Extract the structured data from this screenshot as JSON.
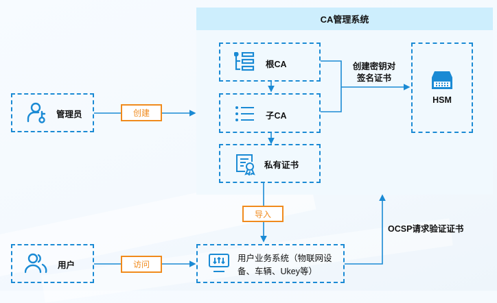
{
  "panel": {
    "title": "CA管理系统"
  },
  "nodes": {
    "admin": {
      "label": "管理员",
      "icon": "user-key-icon"
    },
    "user": {
      "label": "用户",
      "icon": "users-icon"
    },
    "root_ca": {
      "label": "根CA",
      "icon": "hierarchy-list-icon"
    },
    "sub_ca": {
      "label": "子CA",
      "icon": "list-icon"
    },
    "private_cert": {
      "label": "私有证书",
      "icon": "certificate-icon"
    },
    "hsm": {
      "label": "HSM",
      "icon": "server-device-icon"
    },
    "business_system": {
      "label_line1": "用户业务系统（物联网设",
      "label_line2": "备、车辆、Ukey等）",
      "icon": "monitor-sliders-icon"
    }
  },
  "edges": {
    "create": "创建",
    "access": "访问",
    "import": "导入",
    "key_sign_line1": "创建密钥对",
    "key_sign_line2": "签名证书",
    "ocsp": "OCSP请求验证证书"
  },
  "colors": {
    "accent": "#1a8ad4",
    "tag": "#f08a1c",
    "header": "#cdeefd"
  }
}
